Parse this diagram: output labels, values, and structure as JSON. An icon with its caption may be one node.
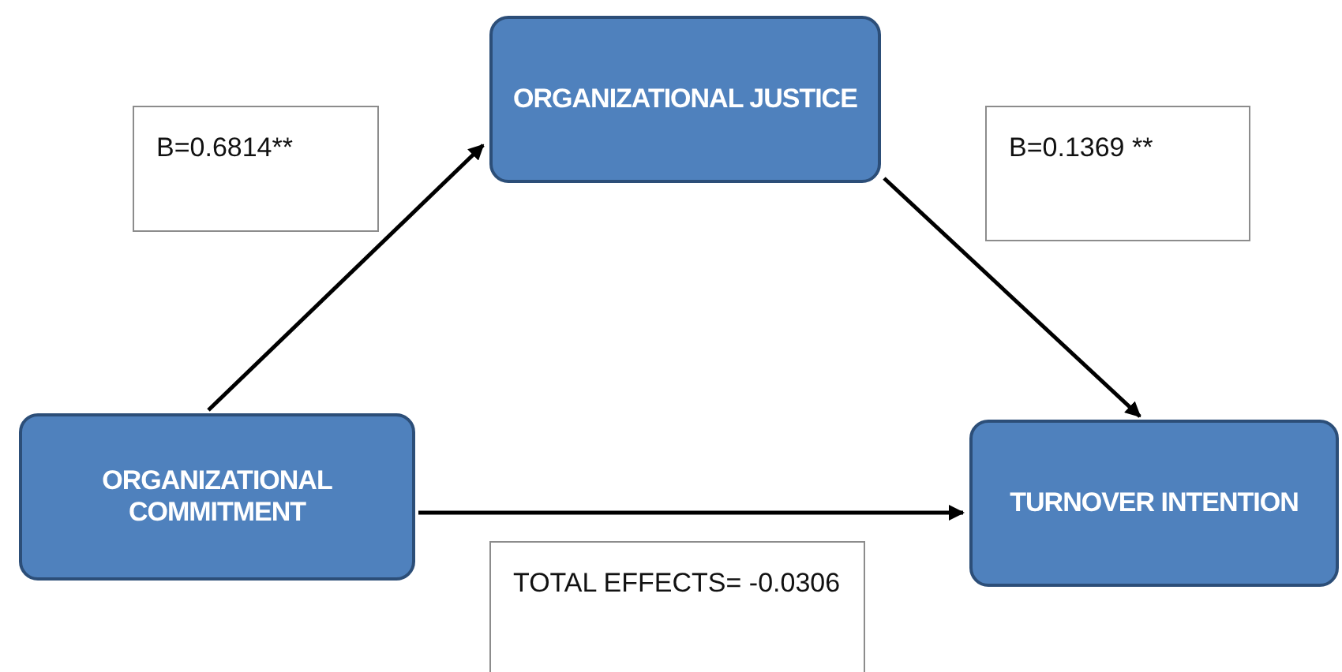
{
  "diagram": {
    "nodes": [
      {
        "text": [
          "ORGANIZATIONAL JUSTICE"
        ]
      },
      {
        "text": [
          "ORGANIZATIONAL COMMITMENT"
        ]
      },
      {
        "text": [
          "TURNOVER INTENTION"
        ]
      },
      {
        "text": [
          "B=0.6814**"
        ]
      },
      {
        "text": [
          "B=0.1369 **"
        ]
      },
      {
        "text": [
          "TOTAL EFFECTS=  -0.0306"
        ]
      }
    ],
    "edges": [
      {
        "from": 1,
        "to": 0,
        "arrow": "to"
      },
      {
        "from": 0,
        "to": 2,
        "arrow": "to"
      },
      {
        "from": 1,
        "to": 2,
        "arrow": "to"
      }
    ]
  }
}
